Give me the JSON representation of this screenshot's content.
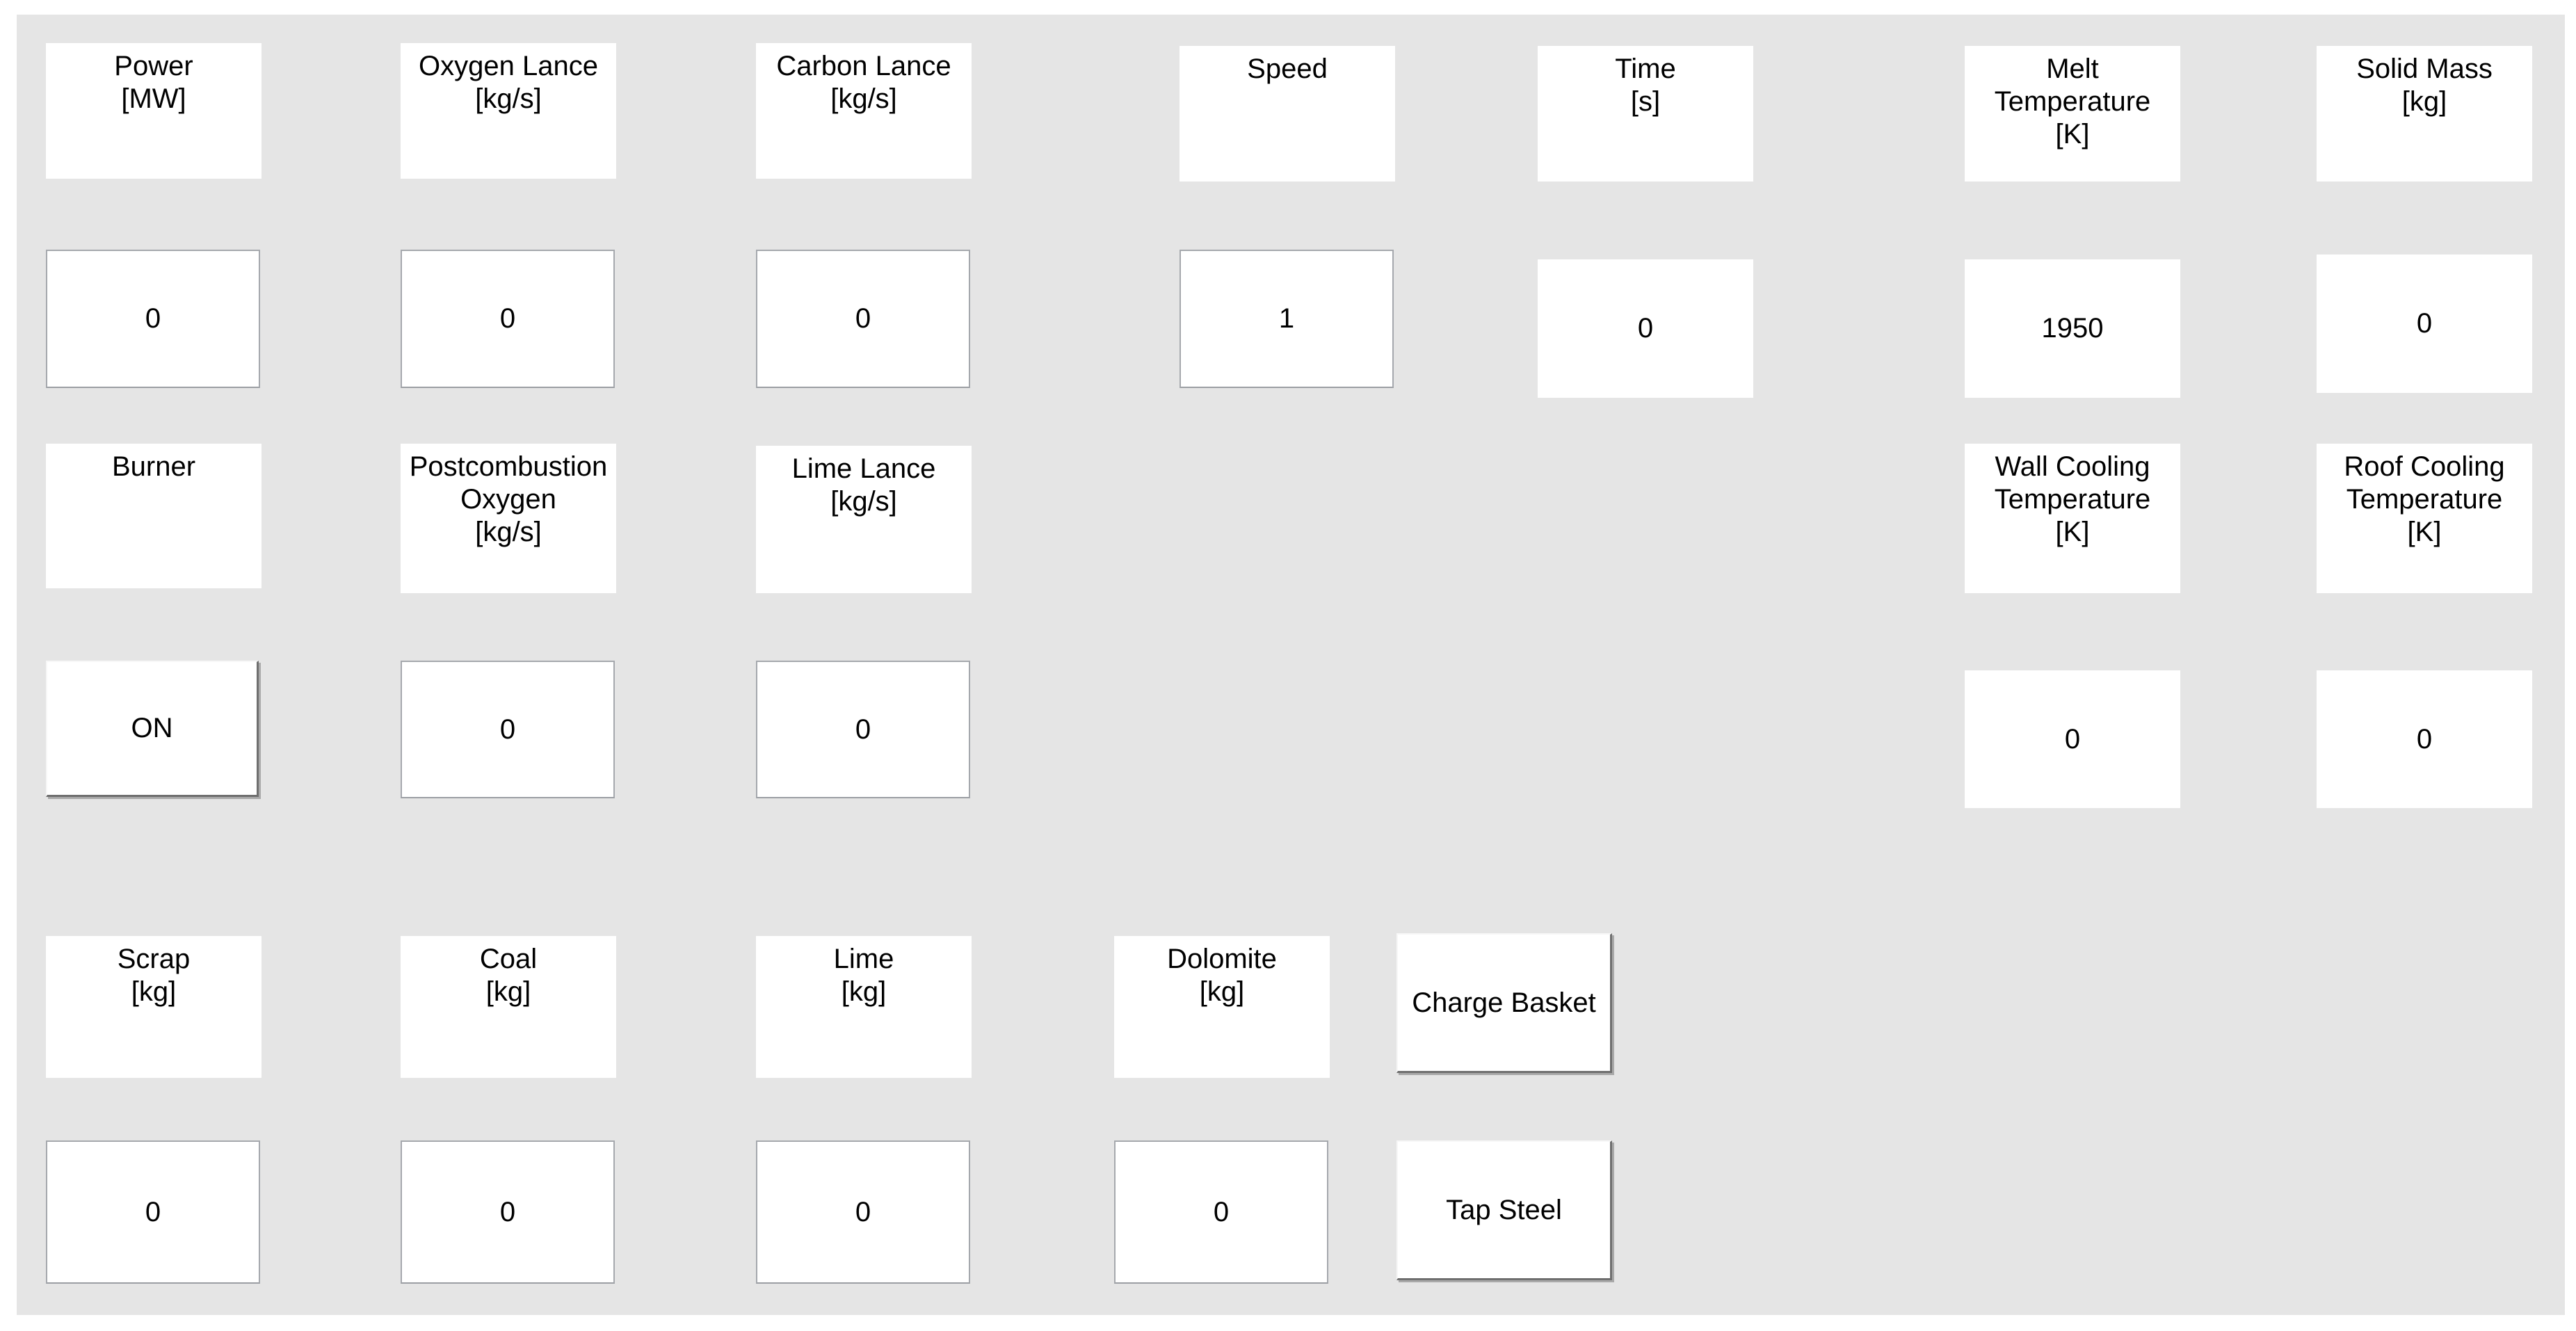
{
  "colors": {
    "page_margin": "#ffffff",
    "panel_background": "#e5e5e5",
    "box_background": "#ffffff",
    "edit_border": "#a5a8ad",
    "button_shadow": "#6f6f6f",
    "text": "#000000"
  },
  "controls": {
    "power": {
      "label": "Power\n[MW]",
      "value": "0"
    },
    "oxygen_lance": {
      "label": "Oxygen Lance\n[kg/s]",
      "value": "0"
    },
    "carbon_lance": {
      "label": "Carbon Lance\n[kg/s]",
      "value": "0"
    },
    "speed": {
      "label": "Speed",
      "value": "1"
    },
    "time": {
      "label": "Time\n[s]",
      "value": "0"
    },
    "melt_temperature": {
      "label": "Melt\nTemperature\n[K]",
      "value": "1950"
    },
    "solid_mass": {
      "label": "Solid Mass\n[kg]",
      "value": "0"
    },
    "burner": {
      "label": "Burner"
    },
    "postcombustion_oxygen": {
      "label": "Postcombustion\nOxygen\n[kg/s]",
      "value": "0"
    },
    "lime_lance": {
      "label": "Lime Lance\n[kg/s]",
      "value": "0"
    },
    "wall_cooling_temperature": {
      "label": "Wall Cooling\nTemperature\n[K]",
      "value": "0"
    },
    "roof_cooling_temperature": {
      "label": "Roof Cooling\nTemperature\n[K]",
      "value": "0"
    },
    "scrap": {
      "label": "Scrap\n[kg]",
      "value": "0"
    },
    "coal": {
      "label": "Coal\n[kg]",
      "value": "0"
    },
    "lime": {
      "label": "Lime\n[kg]",
      "value": "0"
    },
    "dolomite": {
      "label": "Dolomite\n[kg]",
      "value": "0"
    }
  },
  "buttons": {
    "burner_toggle": "ON",
    "charge_basket": "Charge Basket",
    "tap_steel": "Tap Steel"
  }
}
